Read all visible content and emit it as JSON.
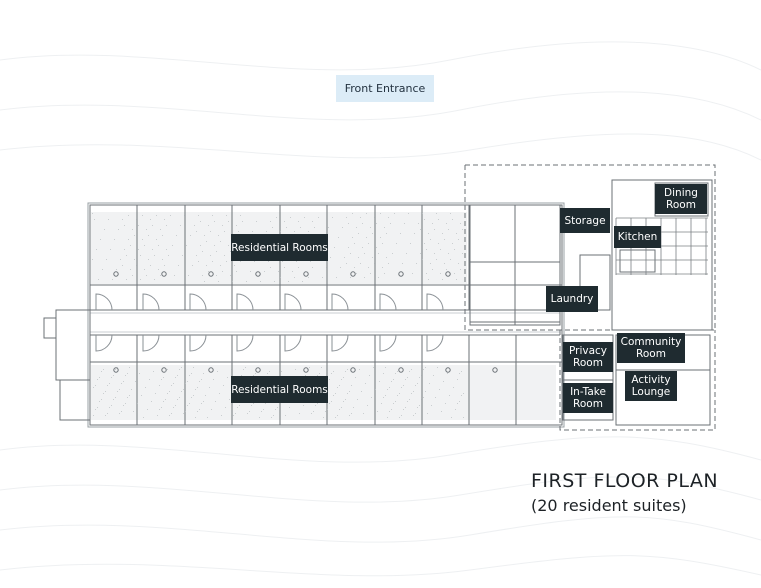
{
  "entrance": {
    "label": "Front Entrance"
  },
  "rooms": {
    "residential_top": "Residential Rooms",
    "residential_bottom": "Residential Rooms",
    "storage": "Storage",
    "dining": "Dining Room",
    "kitchen": "Kitchen",
    "laundry": "Laundry",
    "privacy": "Privacy Room",
    "community": "Community Room",
    "activity": "Activity Lounge",
    "intake": "In-Take Room"
  },
  "title": {
    "main": "FIRST FLOOR PLAN",
    "sub": "(20 resident suites)"
  },
  "colors": {
    "label_bg": "#1f2b30",
    "entrance_bg": "#dcecf7",
    "wall": "#6b7176"
  }
}
